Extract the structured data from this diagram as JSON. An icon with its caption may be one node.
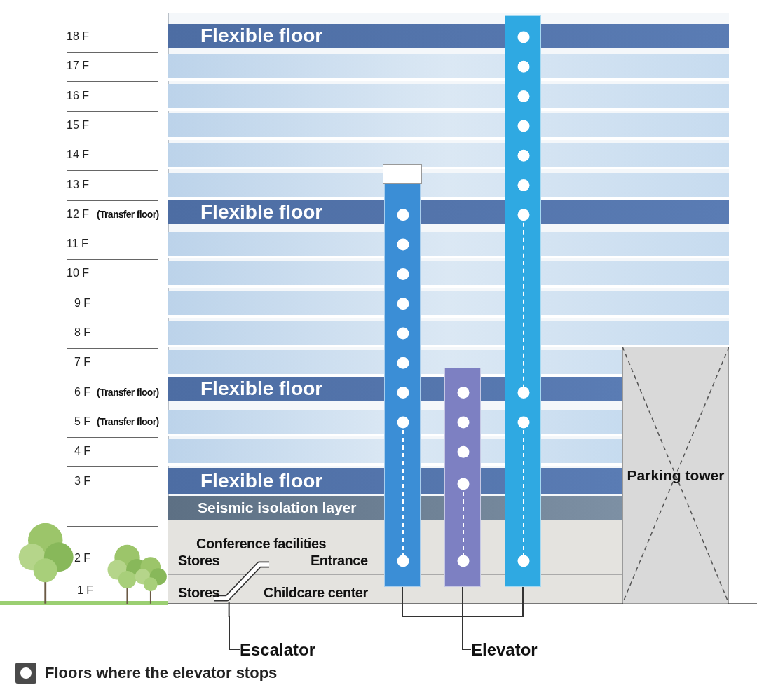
{
  "diagram": {
    "nodes": [
      {
        "text": [
          "Flexible floor"
        ]
      },
      {
        "text": [
          "Flexible floor"
        ]
      },
      {
        "text": [
          "Flexible floor"
        ]
      },
      {
        "text": [
          "Flexible floor"
        ]
      },
      {
        "text": [
          "Seismic isolation layer"
        ]
      },
      {
        "text": [
          "Parking tower"
        ]
      },
      {
        "text": [],
        "shape": "bar"
      },
      {
        "text": [],
        "shape": "bar"
      },
      {
        "text": [],
        "shape": "bar"
      },
      {
        "text": [],
        "shape": "picture"
      },
      {
        "text": [
          "Escalator"
        ]
      },
      {
        "text": [
          "Elevator"
        ]
      }
    ],
    "edges": [
      {
        "from": 10,
        "to": 9,
        "arrow": "none"
      },
      {
        "from": 11,
        "to": 6,
        "arrow": "none"
      },
      {
        "from": 11,
        "to": 7,
        "arrow": "none"
      },
      {
        "from": 11,
        "to": 8,
        "arrow": "none"
      }
    ],
    "labels": [
      "18 F",
      "17 F",
      "16 F",
      "15 F",
      "14 F",
      "13 F",
      "12 F",
      "(Transfer floor)",
      "11 F",
      "10 F",
      "9 F",
      "8 F",
      "7 F",
      "6 F",
      "(Transfer floor)",
      "5 F",
      "(Transfer floor)",
      "4 F",
      "3 F",
      "Conference facilities",
      "2 F",
      "Stores",
      "Entrance",
      "1 F",
      "Stores",
      "Childcare center"
    ],
    "legend": [
      {
        "text": "Floors where the elevator stops"
      }
    ]
  }
}
